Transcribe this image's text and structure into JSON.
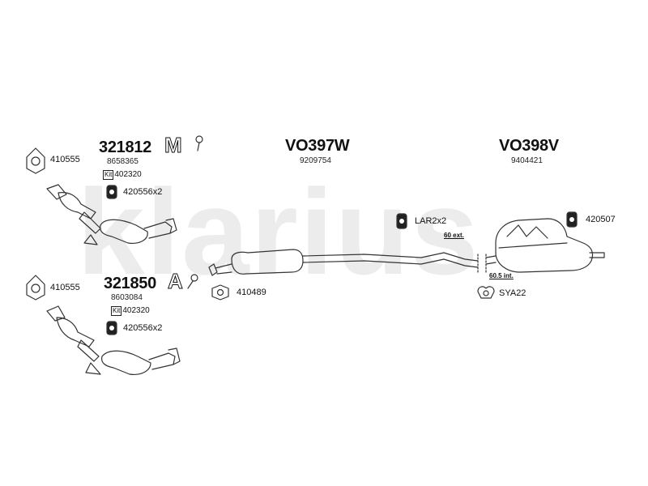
{
  "watermark": "klarius",
  "variant_top": {
    "code": "321812",
    "symbol": "M",
    "oe_number": "8658365",
    "kit_label": "Kit",
    "kit_number": "402320",
    "gasket": "410555",
    "clamp": "420556x2"
  },
  "variant_bottom": {
    "code": "321850",
    "symbol": "A",
    "oe_number": "8603084",
    "kit_label": "Kit",
    "kit_number": "402320",
    "gasket": "410555",
    "clamp": "420556x2"
  },
  "middle": {
    "code": "VO397W",
    "oe_number": "9209754",
    "gasket": "410489"
  },
  "rear": {
    "code": "VO398V",
    "oe_number": "9404421",
    "hanger_left": "LAR2x2",
    "hanger_right": "420507",
    "clamp": "SYA22",
    "dim_ext": "60 ext.",
    "dim_int": "60.5 int."
  }
}
